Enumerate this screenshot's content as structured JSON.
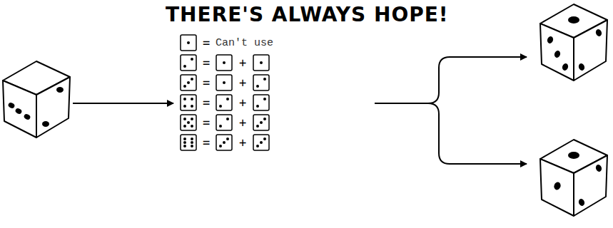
{
  "diagram": {
    "title": "THERE'S ALWAYS HOPE!",
    "labels": [
      "=",
      "Can't use",
      "=",
      "+",
      "=",
      "+",
      "=",
      "+",
      "=",
      "+",
      "=",
      "+"
    ]
  }
}
